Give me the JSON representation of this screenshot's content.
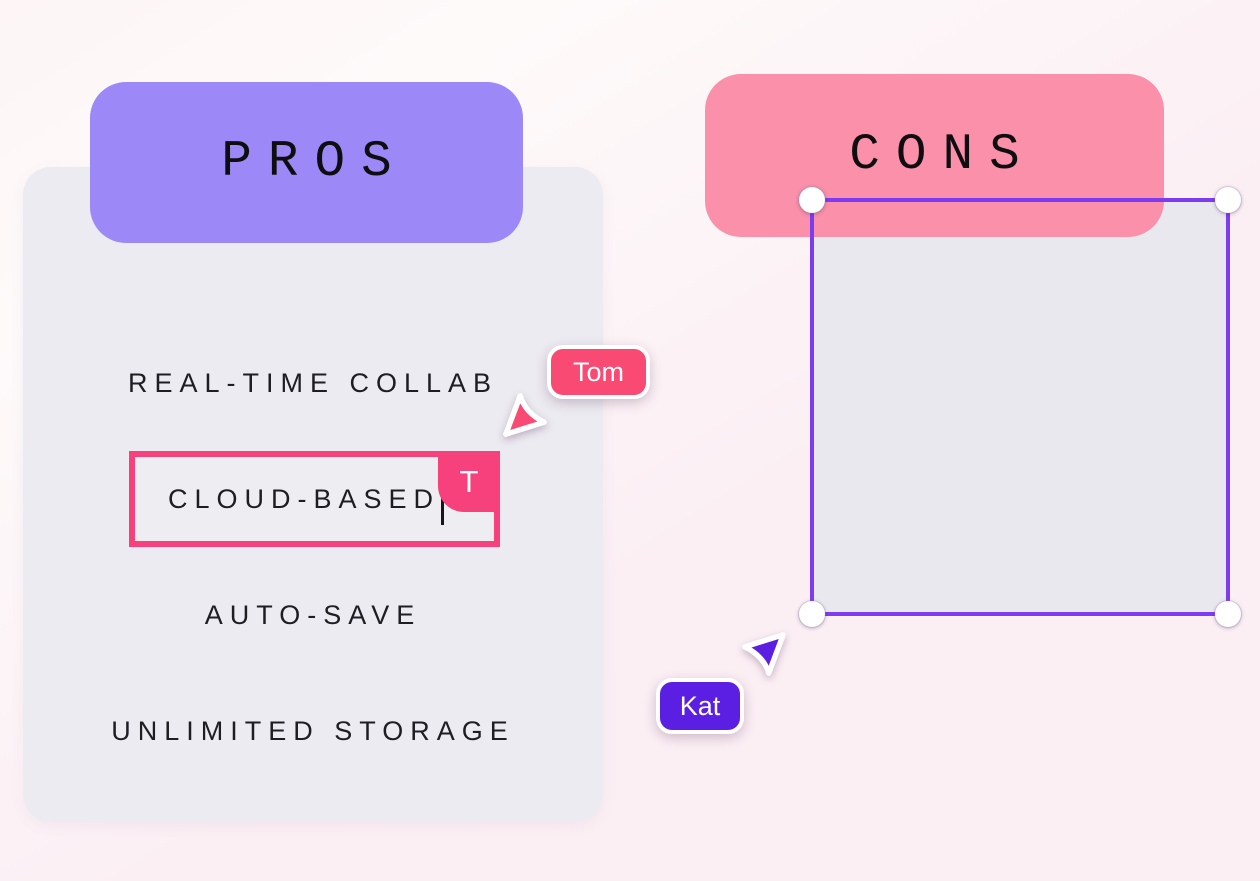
{
  "pros_card": {
    "title": "PROS",
    "items": [
      {
        "label": "REAL-TIME COLLAB",
        "state": "static"
      },
      {
        "label": "CLOUD-BASED",
        "state": "editing",
        "editor_initial": "T"
      },
      {
        "label": "AUTO-SAVE",
        "state": "static"
      },
      {
        "label": "UNLIMITED STORAGE",
        "state": "static"
      }
    ]
  },
  "cons_card": {
    "title": "CONS"
  },
  "selection": {
    "shape": "rectangle",
    "outline_color": "#7d3cf1",
    "handle_color": "#ffffff",
    "fill_color": "#eae8ef"
  },
  "collaborators": {
    "tom": {
      "name": "Tom",
      "color": "#f94a73",
      "activity": "editing-text"
    },
    "kat": {
      "name": "Kat",
      "color": "#5b1fe4",
      "activity": "selecting-rectangle"
    }
  },
  "colors": {
    "background": "#fcf0f4",
    "pros_header": "#9c89f7",
    "cons_header": "#fa90a9",
    "card_body": "#ecebf1",
    "edit_box_border": "#f7417c",
    "text": "#1d1d22"
  }
}
